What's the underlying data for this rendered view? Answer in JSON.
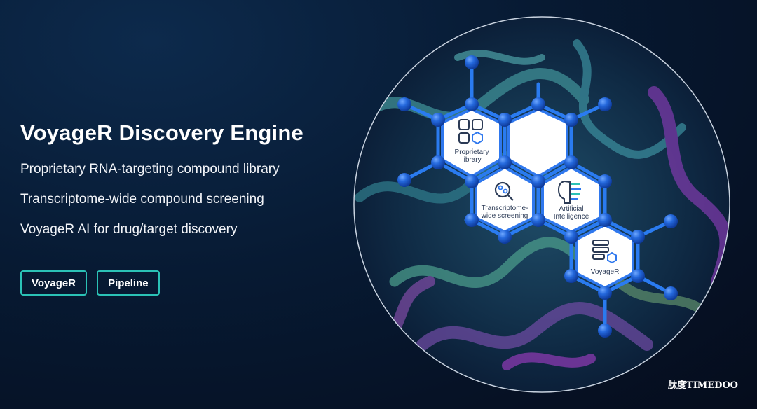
{
  "hero": {
    "title": "VoyageR Discovery Engine",
    "features": [
      "Proprietary RNA-targeting compound library",
      "Transcriptome-wide compound screening",
      "VoyageR AI for drug/target discovery"
    ],
    "buttons": [
      {
        "label": "VoyageR",
        "icon": "none"
      },
      {
        "label": "Pipeline",
        "icon": "none"
      }
    ]
  },
  "diagram": {
    "hex_labels": {
      "library_line1": "Proprietary",
      "library_line2": "library",
      "screening_line1": "Transcriptome-",
      "screening_line2": "wide screening",
      "ai_line1": "Artificial",
      "ai_line2": "Intelligence",
      "voyager": "VoyageR"
    },
    "icons": [
      "library-grid-icon",
      "magnifier-molecule-icon",
      "ai-brain-icon",
      "server-stack-icon"
    ],
    "colors": {
      "node": "#1e66d8",
      "bond": "#2a7bf0",
      "hex_fill": "#ffffff",
      "hex_border": "#2f78ee"
    }
  },
  "watermark": "肽度TIMEDOO",
  "colors": {
    "accent": "#2bc2b6",
    "background": "#071a33",
    "text": "#ffffff"
  }
}
